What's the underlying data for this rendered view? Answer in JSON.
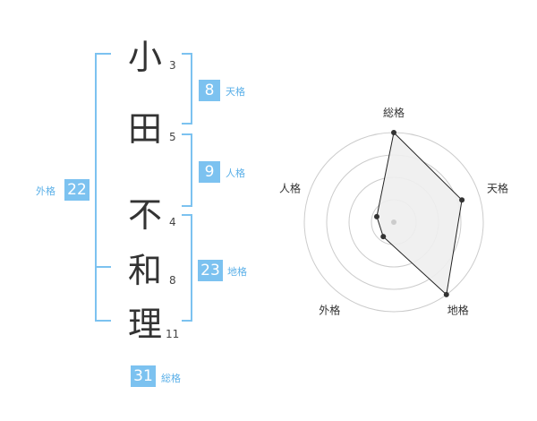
{
  "name": {
    "characters": [
      "小",
      "田",
      "不",
      "和",
      "理"
    ],
    "strokes": [
      "3",
      "5",
      "4",
      "8",
      "11"
    ]
  },
  "fortunes": {
    "tenkaku": {
      "value": "8",
      "label": "天格"
    },
    "jinkaku": {
      "value": "9",
      "label": "人格"
    },
    "chikaku": {
      "value": "23",
      "label": "地格"
    },
    "gaikaku": {
      "value": "22",
      "label": "外格"
    },
    "soukaku": {
      "value": "31",
      "label": "総格"
    }
  },
  "colors": {
    "accent": "#7cc2f0",
    "accent_text": "#5bb0e8",
    "radar_fill": "#eeeeee",
    "radar_line": "#222222"
  },
  "chart_data": {
    "type": "radar",
    "axes": [
      "総格",
      "天格",
      "地格",
      "外格",
      "人格"
    ],
    "values": [
      5,
      4,
      5,
      1,
      1
    ],
    "range": [
      0,
      5
    ],
    "rings": 4
  }
}
